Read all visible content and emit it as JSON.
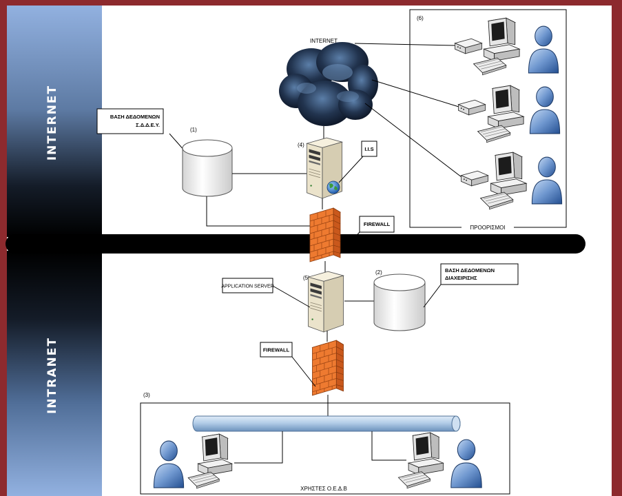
{
  "sidebar": {
    "top_label": "INTERNET",
    "bottom_label": "INTRANET"
  },
  "cloud": {
    "label": "INTERNET"
  },
  "labels": {
    "db1_line1": "ΒΑΣΗ ΔΕΔΟΜΕΝΩΝ",
    "db1_line2": "Σ.Δ.Δ.Ε.Υ.",
    "n1": "(1)",
    "n2": "(2)",
    "n3": "(3)",
    "n4": "(4)",
    "n5": "(5)",
    "n6": "(6)",
    "iis": "I.I.S",
    "firewall_upper": "FIREWALL",
    "firewall_lower": "FIREWALL",
    "app_server": "APPLICATION SERVER",
    "db2_line1": "ΒΑΣΗ ΔΕΔΟΜΕΝΩΝ",
    "db2_line2": "ΔΙΑΧΕΙΡΙΣΗΣ",
    "destinations": "ΠΡΟΟΡΙΣΜΟΙ",
    "users": "ΧΡΗΣΤΕΣ Ο.Ε.Δ.Β"
  },
  "icons": [
    "cloud-icon",
    "database-icon",
    "server-icon",
    "firewall-icon",
    "workstation-icon",
    "user-icon",
    "modem-icon",
    "globe-icon",
    "network-bus-icon"
  ],
  "colors": {
    "frame": "#8d2a2e",
    "sidebar_light": "#92b1e0",
    "divider_bar": "#000000",
    "firewall": "#ee7a30",
    "user": "#2d5ea6",
    "server": "#e9e1c9",
    "bus": "#a9c6e4"
  }
}
